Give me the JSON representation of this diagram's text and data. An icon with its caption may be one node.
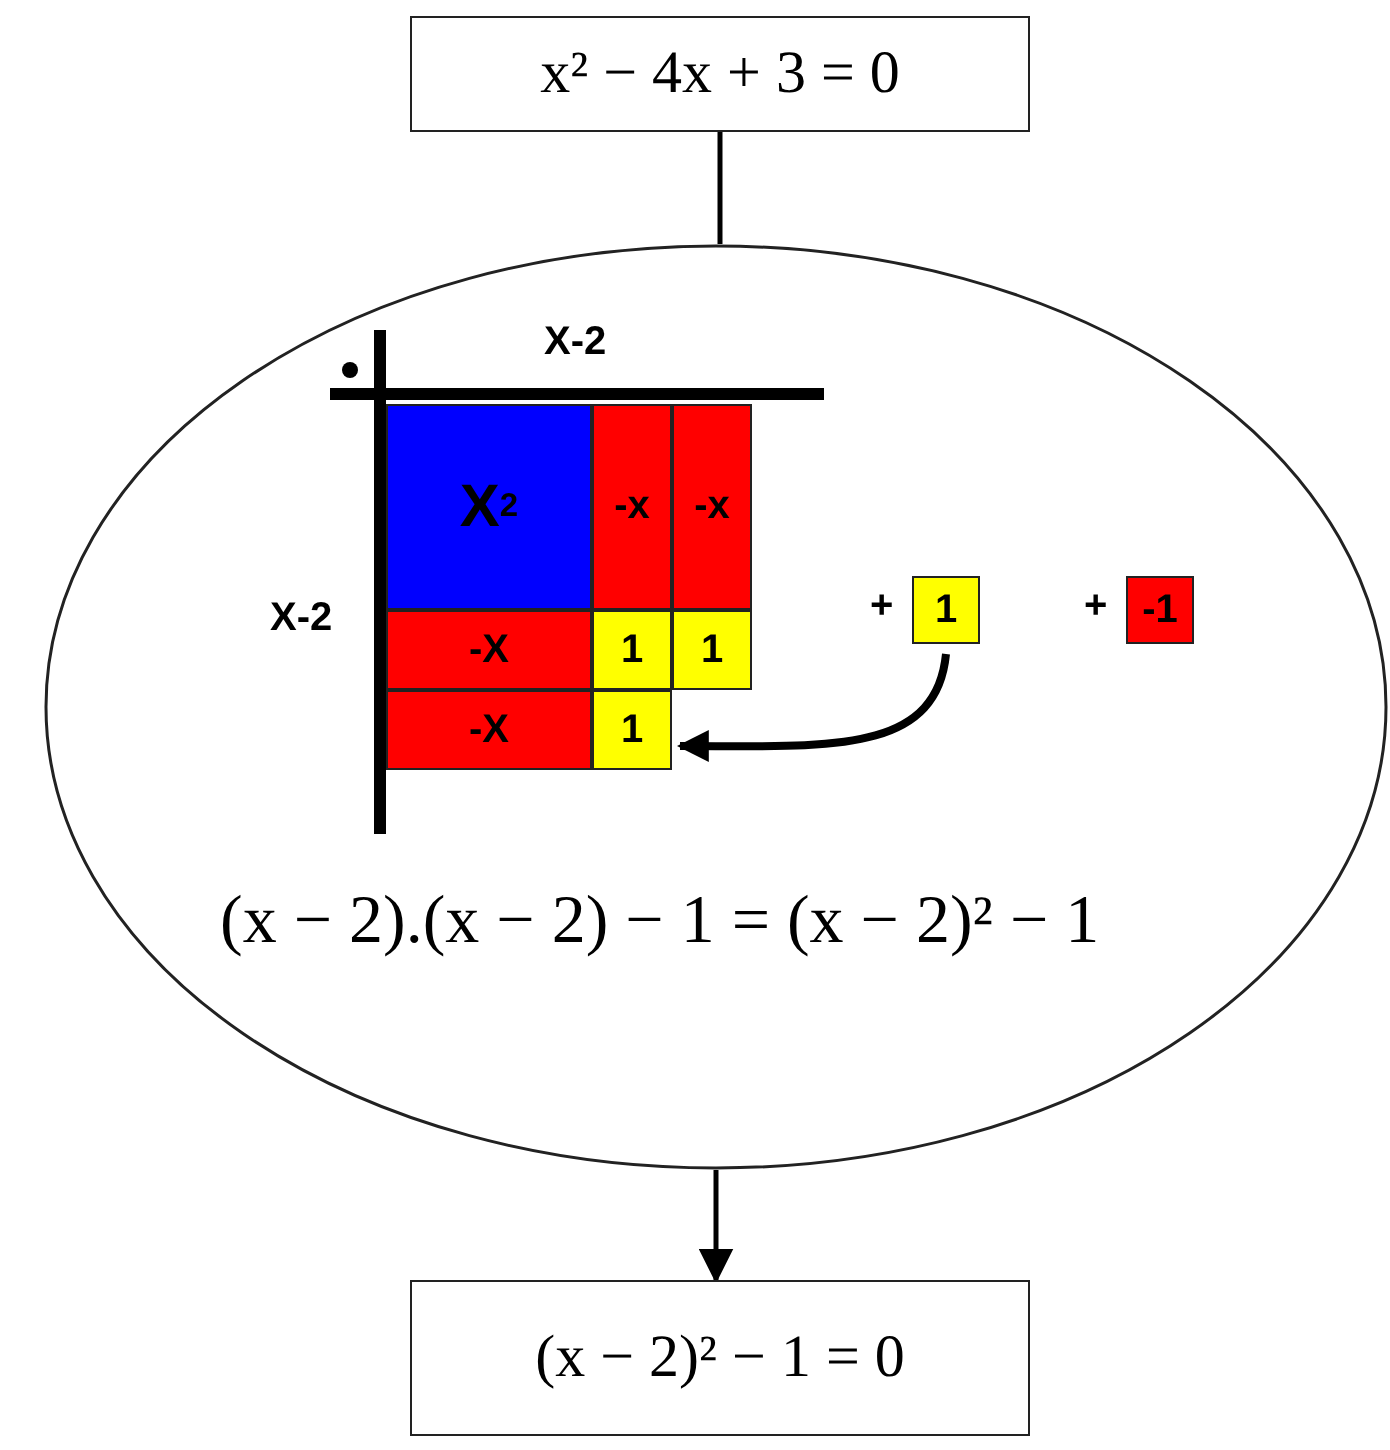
{
  "diagram": {
    "nodes": [
      {
        "text": [
          "x² − 4x + 3 = 0"
        ]
      },
      {
        "text": [
          "(x − 2).(x − 2) − 1 = (x − 2)² − 1"
        ]
      },
      {
        "text": [
          "X$^{2}$"
        ],
        "in": 1
      },
      {
        "text": [
          "-x"
        ],
        "in": 1
      },
      {
        "text": [
          "-x"
        ],
        "in": 1
      },
      {
        "text": [
          "-X"
        ],
        "in": 1
      },
      {
        "text": [
          "1"
        ],
        "in": 1
      },
      {
        "text": [
          "1"
        ],
        "in": 1
      },
      {
        "text": [
          "1"
        ],
        "in": 1
      },
      {
        "text": [
          "-1"
        ],
        "in": 1
      },
      {
        "text": [
          "-X"
        ],
        "in": 1
      },
      {
        "text": [
          "1"
        ],
        "in": 1
      },
      {
        "text": [
          "(x − 2)² − 1 = 0"
        ]
      }
    ],
    "edges": [
      {
        "from": 0,
        "to": 1,
        "arrow": "none"
      },
      {
        "from": 8,
        "to": 11,
        "arrow": "to"
      },
      {
        "from": 1,
        "to": 12,
        "arrow": "to"
      }
    ],
    "labels": [
      "X-2",
      "X-2",
      "+",
      "+"
    ]
  }
}
